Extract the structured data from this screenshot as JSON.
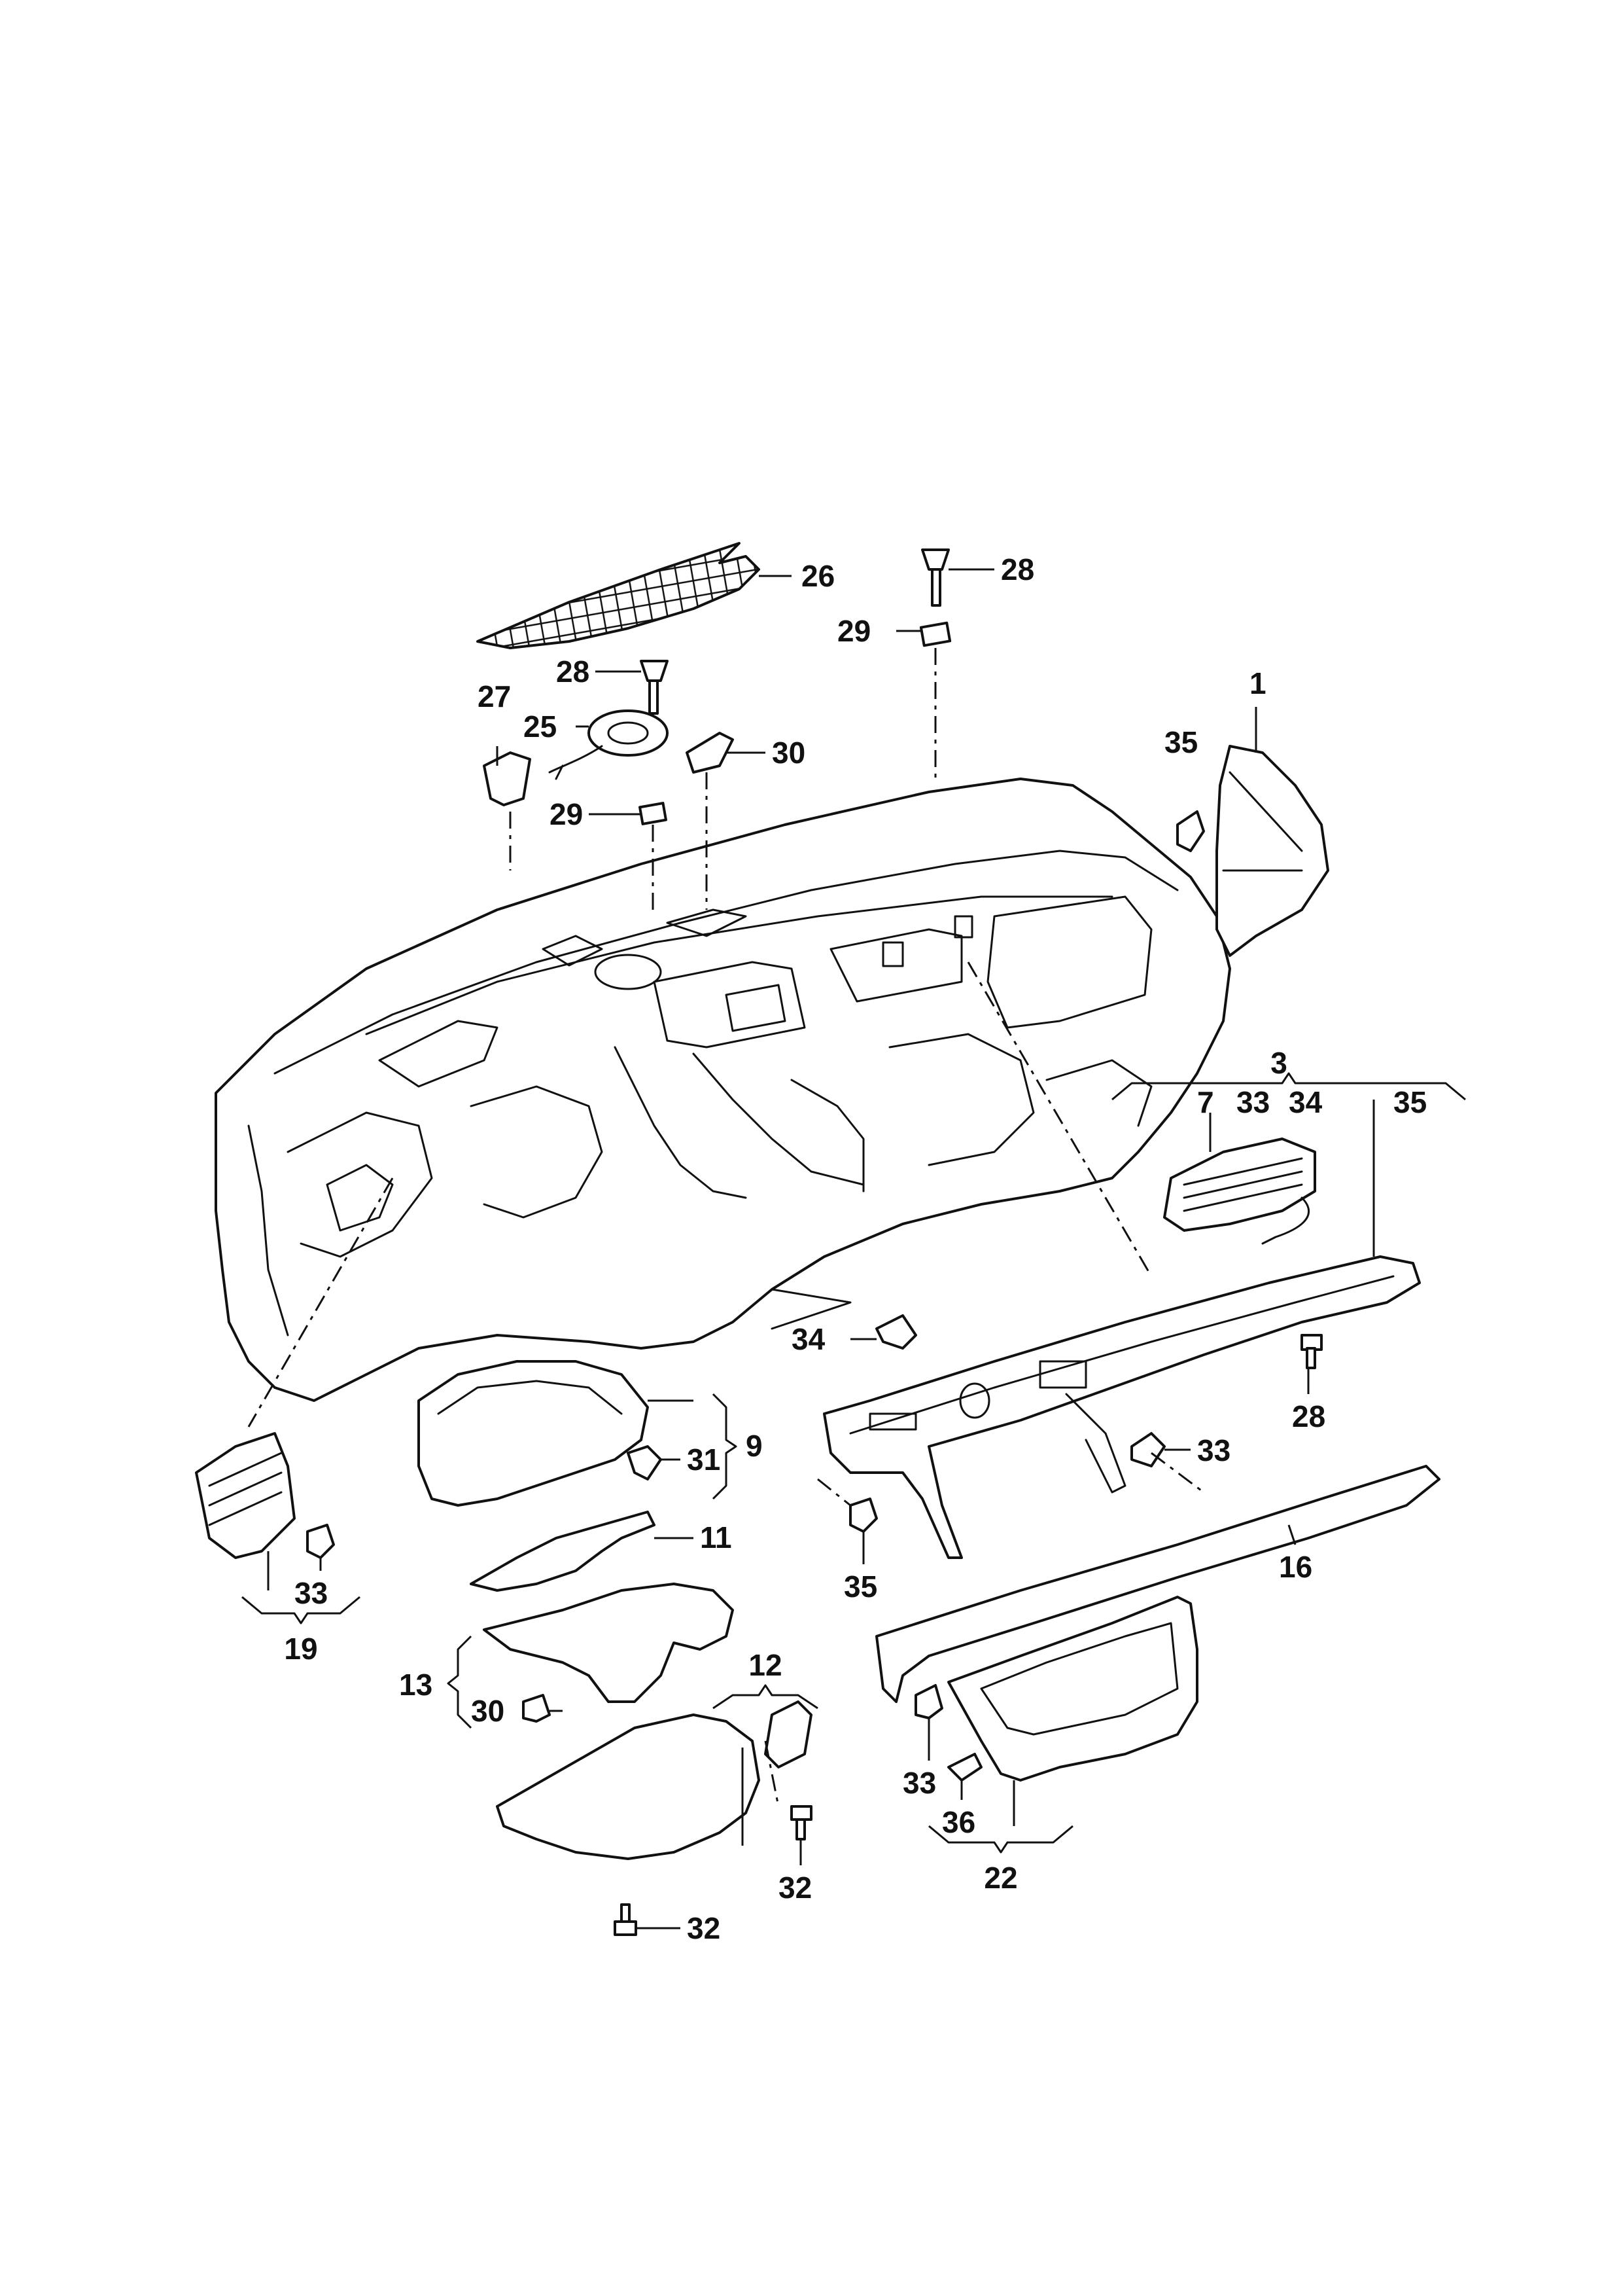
{
  "callouts": {
    "c1": "1",
    "c3": "3",
    "c7": "7",
    "c9": "9",
    "c11": "11",
    "c12": "12",
    "c13": "13",
    "c16": "16",
    "c19": "19",
    "c22": "22",
    "c25": "25",
    "c26": "26",
    "c27": "27",
    "c28_top": "28",
    "c28_mid": "28",
    "c28_right": "28",
    "c29_top": "29",
    "c29_mid": "29",
    "c30_top": "30",
    "c30_low": "30",
    "c31": "31",
    "c32_left": "32",
    "c32_right": "32",
    "c33_g3": "33",
    "c33_right": "33",
    "c33_left": "33",
    "c33_g22": "33",
    "c34_g3": "34",
    "c34_mid": "34",
    "c35_g3": "35",
    "c35_top": "35",
    "c35_low": "35",
    "c36": "36"
  }
}
